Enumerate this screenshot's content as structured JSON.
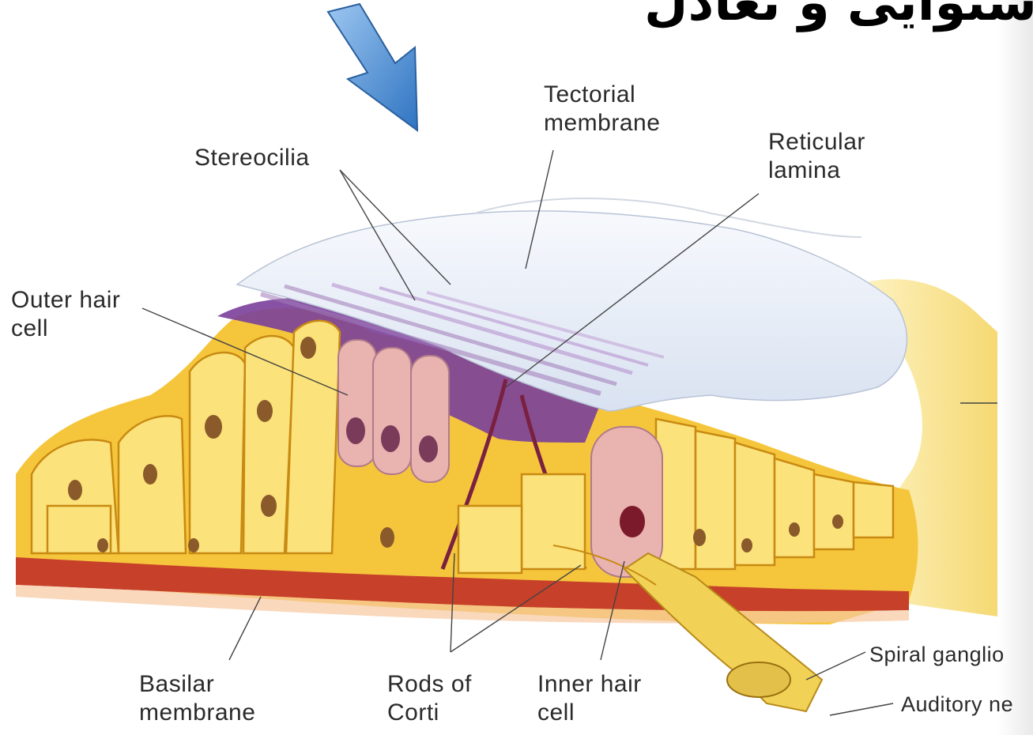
{
  "header": {
    "title": "شنوایی و تعادل"
  },
  "labels": {
    "stereocilia": "Stereocilia",
    "tectorial": "Tectorial\nmembrane",
    "reticular": "Reticular\nlamina",
    "outer_hair": "Outer hair\ncell",
    "basilar": "Basilar\nmembrane",
    "rods": "Rods of\nCorti",
    "inner_hair": "Inner hair\ncell",
    "spiral": "Spiral ganglio",
    "auditory": "Auditory ne"
  },
  "colors": {
    "arrow": "#4b8fd6",
    "cell_fill": "#f5c63c",
    "cell_light": "#fbe27a",
    "cell_edge": "#c98a12",
    "nucleus": "#8a5a2b",
    "hair_cell": "#e9b3b0",
    "hair_nucleus": "#7a3a5a",
    "purple": "#7b3f9a",
    "tectorial": "#e8eef8",
    "basilar": "#c7402a"
  }
}
